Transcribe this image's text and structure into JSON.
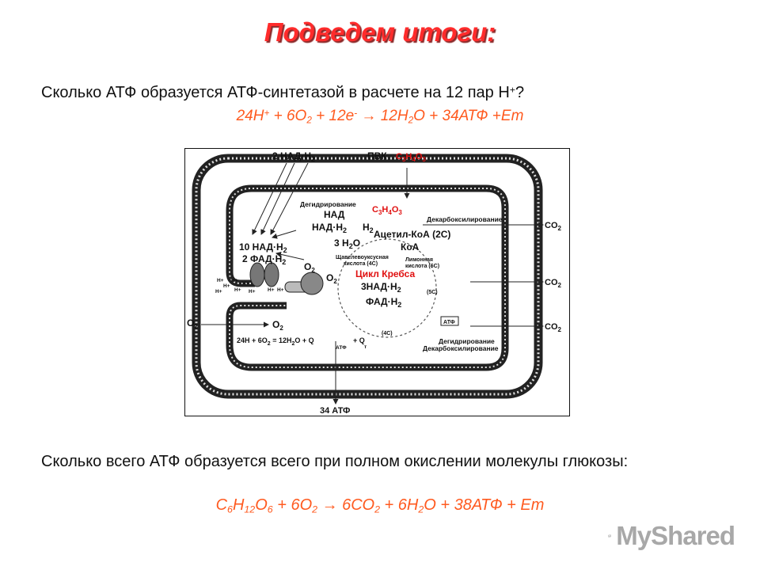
{
  "title": "Подведем итоги:",
  "question1": {
    "before": "Сколько АТФ образуется АТФ-синтетазой в расчете на 12 пар Н",
    "sup": "+",
    "after": "?"
  },
  "equation1": [
    "24Н",
    "+",
    " + 6О",
    "2",
    " + 12е",
    "-",
    " → 12Н",
    "2",
    "О + 34АТФ +Ет"
  ],
  "diagram": {
    "nadh2_top": "2 НАД·Н",
    "nadh2_top_sub": "2",
    "pvk": "ПВК",
    "pvk_formula": [
      "C",
      "3",
      "H",
      "4",
      "O",
      "3"
    ],
    "dehydrogenation": "Дегидрирование",
    "pvk_formula2": [
      "C",
      "3",
      "H",
      "4",
      "O",
      "3"
    ],
    "nad": "НАД",
    "nadh": "НАД·Н",
    "nadh_sub": "2",
    "h2_label": "H",
    "h2_sub": "2",
    "decarboxylation": "Декарбоксилирование",
    "co2_1": "CO",
    "co2_sub": "2",
    "water3": "3 H",
    "water3_sub": "2",
    "water3_o": "O",
    "acetyl_coa": "Ацетил-КоА (2С)",
    "coa": "КоА",
    "nadh10": "10 НАД·Н",
    "nadh10_sub": "2",
    "fadh2": "2 ФАД·Н",
    "fadh2_sub": "2",
    "oxaloacetic1": "Щавелевоуксусная",
    "oxaloacetic2": "кислота (4С)",
    "citric1": "Лимонная",
    "citric2": "кислота (6С)",
    "krebs": "Цикл Кребса",
    "o2a": "O",
    "o2a_sub": "2",
    "o2b": "O",
    "o2b_sub": "2",
    "nadh3": "3НАД·Н",
    "nadh3_sub": "2",
    "c5": "(5С)",
    "fadh": "ФАД·Н",
    "fadh_sub": "2",
    "co2_2": "CO",
    "atp_box": "АТФ",
    "o2_left": "O",
    "o2_left_sub": "2",
    "o2_mid": "O",
    "o2_mid_sub": "2",
    "co2_3": "CO",
    "equation": "24H + 6O",
    "equation_sub": "2",
    "equation_rest": " = 12H",
    "equation_rest_sub": "2",
    "equation_end": "O + Q",
    "q_atf": "АТФ",
    "q_plus": "+ Q",
    "q_t": "т",
    "c4": "(4С)",
    "dehydrogenation2": "Дегидрирование",
    "decarboxylation2": "Декарбоксилирование",
    "atp34": "34 АТФ",
    "protons": "H+"
  },
  "question2": "Сколько всего АТФ образуется всего при полном окислении молекулы глюкозы:",
  "equation2": [
    "С",
    "6",
    "Н",
    "12",
    "О",
    "6",
    " + 6О",
    "2",
    " → 6СО",
    "2",
    " + 6Н",
    "2",
    "О + 38АТФ + Ет"
  ],
  "logo": "MyShared",
  "colors": {
    "title": "#ff2b2b",
    "equation": "#ff5a1f",
    "formula_red": "#e01010",
    "logo": "#a8a8a8"
  }
}
